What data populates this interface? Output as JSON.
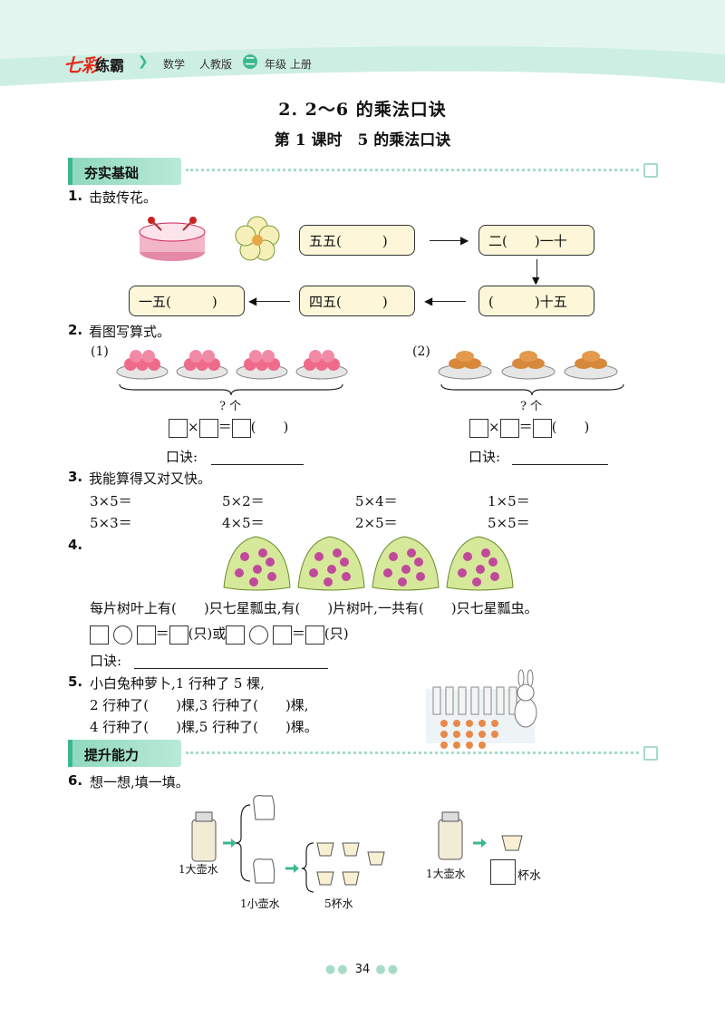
{
  "header": {
    "brand": "七彩",
    "brand2": "练霸",
    "subject": "数学",
    "edition": "人教版",
    "grade_num": "二",
    "grade": "年级 上册"
  },
  "title": "2. 2～6 的乘法口诀",
  "subtitle": "第 1 课时　5 的乘法口诀",
  "sections": {
    "basic": "夯实基础",
    "advance": "提升能力"
  },
  "q1": {
    "num": "1.",
    "text": "击鼓传花。",
    "boxes": {
      "a": "五五(　　　)",
      "b": "二(　　)一十",
      "c": "(　　　)十五",
      "d": "四五(　　　)",
      "e": "一五(　　　)"
    }
  },
  "q2": {
    "num": "2.",
    "text": "看图写算式。",
    "p1": "(1)",
    "p2": "(2)",
    "count": "? 个",
    "formula_end": "(　　)",
    "koujue": "口诀:"
  },
  "q3": {
    "num": "3.",
    "text": "我能算得又对又快。",
    "row1": [
      "3×5＝",
      "5×2＝",
      "5×4＝",
      "1×5＝"
    ],
    "row2": [
      "5×3＝",
      "4×5＝",
      "2×5＝",
      "5×5＝"
    ]
  },
  "q4": {
    "num": "4.",
    "sentence": "每片树叶上有(　　)只七星瓢虫,有(　　)片树叶,一共有(　　)只七星瓢虫。",
    "unit": "(只)",
    "or": "或",
    "koujue": "口诀:"
  },
  "q5": {
    "num": "5.",
    "line1": "小白兔种萝卜,1 行种了 5 棵,",
    "line2": "2 行种了(　　)棵,3 行种了(　　)棵,",
    "line3": "4 行种了(　　)棵,5 行种了(　　)棵。"
  },
  "q6": {
    "num": "6.",
    "text": "想一想,填一填。",
    "big": "1大壶水",
    "small": "1小壶水",
    "cups": "5杯水",
    "big2": "1大壶水",
    "cupwater": "杯水"
  },
  "page_number": "34",
  "colors": {
    "accent": "#3bb98e",
    "header_bg": "#c9efe2",
    "box_fill": "#fdf6d8"
  }
}
